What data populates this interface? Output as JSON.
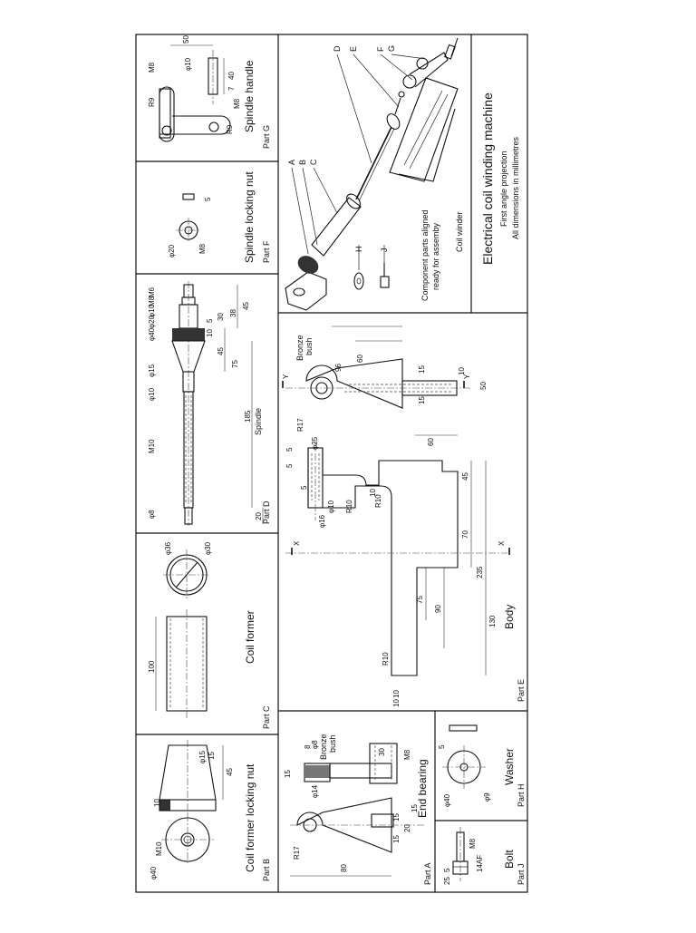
{
  "title": "Electrical coil winding machine",
  "notes": [
    "First angle projection",
    "All dimensions in millimetres"
  ],
  "pictorial": {
    "caption_1": "Component parts aligned",
    "caption_2": "ready for assemby",
    "caption_3": "Coil winder",
    "letters": [
      "A",
      "B",
      "C",
      "D",
      "E",
      "F",
      "G",
      "H",
      "J"
    ]
  },
  "parts": {
    "A": {
      "title": "End bearing",
      "part": "Part A",
      "bronze": "Bronze",
      "bush": "bush",
      "dims": [
        "R17",
        "φ14",
        "80",
        "15",
        "20",
        "15",
        "15",
        "30",
        "M8",
        "8",
        "15",
        "φ8"
      ]
    },
    "B": {
      "title": "Coil former locking nut",
      "part": "Part B",
      "dims": [
        "M10",
        "φ40",
        "10",
        "45",
        "15",
        "φ15"
      ]
    },
    "C": {
      "title": "Coil former",
      "part": "Part C",
      "dims": [
        "100",
        "φ36",
        "φ30"
      ]
    },
    "D": {
      "title": "Spindle",
      "part": "Part D",
      "dims": [
        "M6",
        "M8",
        "φ10",
        "φ20",
        "φ40",
        "φ15",
        "φ10",
        "M10",
        "φ8",
        "45",
        "38",
        "30",
        "5",
        "10",
        "45",
        "75",
        "185",
        "20"
      ]
    },
    "E": {
      "title": "Body",
      "part": "Part E",
      "bronze": "Bronze",
      "bush": "bush",
      "dims": [
        "96",
        "60",
        "15",
        "15",
        "10",
        "50",
        "Y",
        "Y",
        "R17",
        "5",
        "φ25",
        "5",
        "5",
        "φ16",
        "φ10",
        "R10",
        "R10",
        "10",
        "X",
        "X",
        "60",
        "45",
        "70",
        "235",
        "75",
        "90",
        "130",
        "R10",
        "10",
        "10"
      ]
    },
    "F": {
      "title": "Spindle locking nut",
      "part": "Part F",
      "dims": [
        "5",
        "φ20",
        "M8"
      ]
    },
    "G": {
      "title": "Spindle handle",
      "part": "Part G",
      "dims": [
        "50",
        "M8",
        "φ10",
        "R9",
        "40",
        "7",
        "M8",
        "R9"
      ]
    },
    "H": {
      "title": "Washer",
      "part": "Part H",
      "dims": [
        "5",
        "φ40",
        "φ9"
      ]
    },
    "J": {
      "title": "Bolt",
      "part": "Part J",
      "dims": [
        "M8",
        "14AF",
        "5",
        "25"
      ]
    }
  }
}
